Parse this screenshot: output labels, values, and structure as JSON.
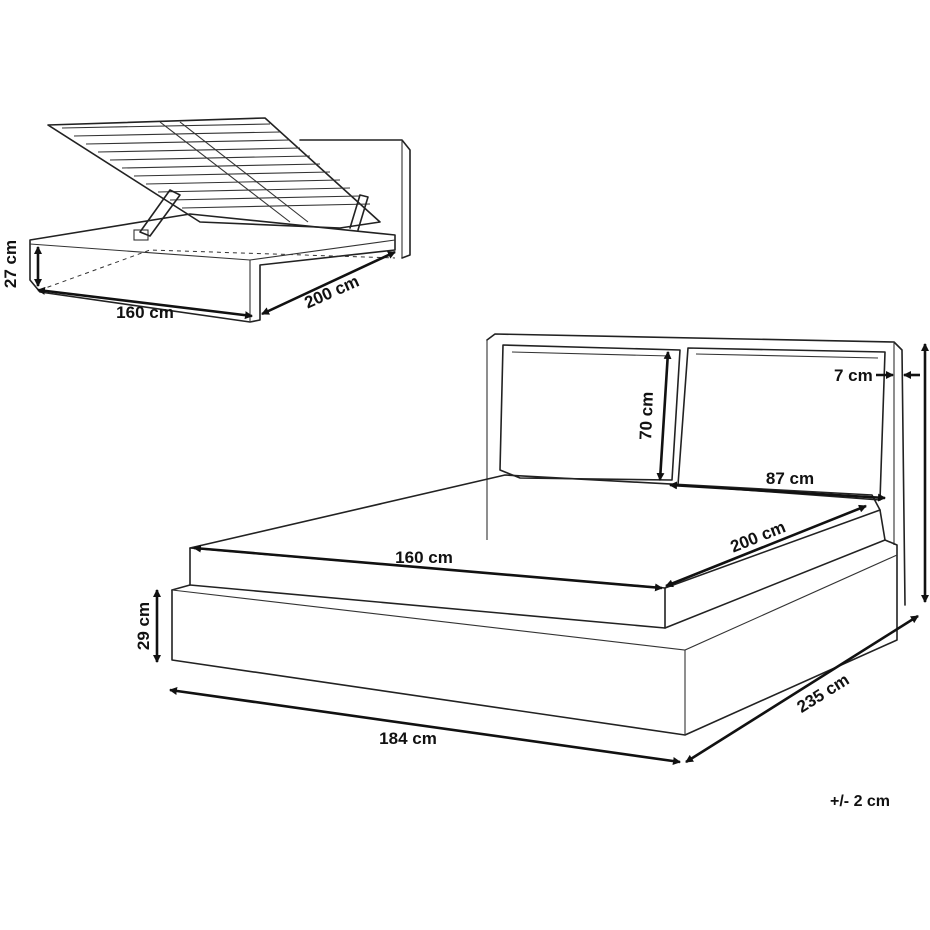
{
  "dimensions": {
    "open_height": "27 cm",
    "open_width": "160 cm",
    "open_length": "200 cm",
    "headboard_cushion_height": "70 cm",
    "headboard_thickness": "7 cm",
    "cushion_width": "87 cm",
    "mattress_width": "160 cm",
    "mattress_length": "200 cm",
    "base_height": "29 cm",
    "total_width": "184 cm",
    "total_length": "235 cm"
  },
  "tolerance": "+/- 2 cm"
}
